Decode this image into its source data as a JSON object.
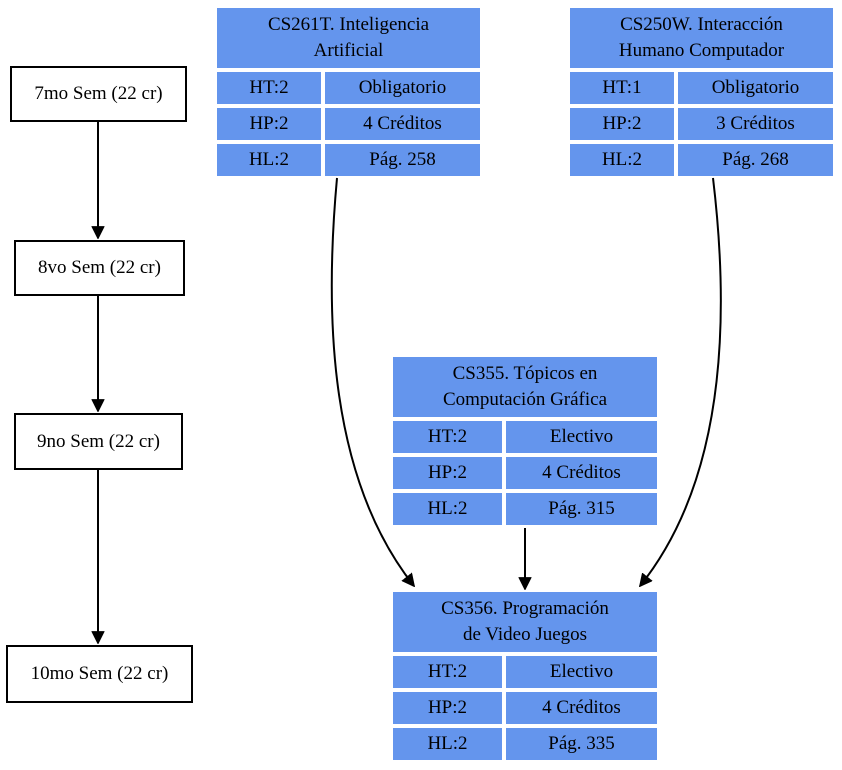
{
  "diagram": {
    "background_color": "#ffffff",
    "course_cell_color": "#6495ED",
    "text_color": "#000000",
    "edge_color": "#000000",
    "semester_box_fill": "#ffffff",
    "semester_box_border": "#000000"
  },
  "semesters": [
    {
      "label": "7mo Sem (22 cr)"
    },
    {
      "label": "8vo Sem (22 cr)"
    },
    {
      "label": "9no Sem (22 cr)"
    },
    {
      "label": "10mo Sem (22 cr)"
    }
  ],
  "courses": [
    {
      "id": "CS261T",
      "title_lines": [
        "CS261T. Inteligencia",
        "Artificial"
      ],
      "rows": [
        {
          "left": "HT:2",
          "right": "Obligatorio"
        },
        {
          "left": "HP:2",
          "right": "4 Créditos"
        },
        {
          "left": "HL:2",
          "right": "Pág. 258"
        }
      ]
    },
    {
      "id": "CS250W",
      "title_lines": [
        "CS250W. Interacción",
        "Humano Computador"
      ],
      "rows": [
        {
          "left": "HT:1",
          "right": "Obligatorio"
        },
        {
          "left": "HP:2",
          "right": "3 Créditos"
        },
        {
          "left": "HL:2",
          "right": "Pág. 268"
        }
      ]
    },
    {
      "id": "CS355",
      "title_lines": [
        "CS355. Tópicos en",
        "Computación Gráfica"
      ],
      "rows": [
        {
          "left": "HT:2",
          "right": "Electivo"
        },
        {
          "left": "HP:2",
          "right": "4 Créditos"
        },
        {
          "left": "HL:2",
          "right": "Pág. 315"
        }
      ]
    },
    {
      "id": "CS356",
      "title_lines": [
        "CS356. Programación",
        "de Video Juegos"
      ],
      "rows": [
        {
          "left": "HT:2",
          "right": "Electivo"
        },
        {
          "left": "HP:2",
          "right": "4 Créditos"
        },
        {
          "left": "HL:2",
          "right": "Pág. 335"
        }
      ]
    }
  ],
  "edges": [
    {
      "from": "7mo Sem",
      "to": "8vo Sem"
    },
    {
      "from": "8vo Sem",
      "to": "9no Sem"
    },
    {
      "from": "9no Sem",
      "to": "10mo Sem"
    },
    {
      "from": "CS261T",
      "to": "CS356"
    },
    {
      "from": "CS250W",
      "to": "CS356"
    },
    {
      "from": "CS355",
      "to": "CS356"
    }
  ]
}
